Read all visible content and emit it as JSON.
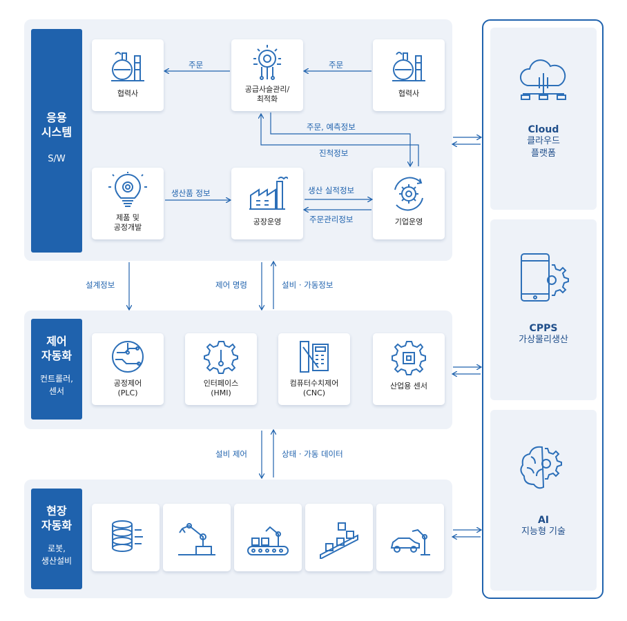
{
  "layers": {
    "app": {
      "title": "응용\n시스템",
      "sub": "S/W"
    },
    "control": {
      "title": "제어\n자동화",
      "sub": "컨트롤러,\n센서"
    },
    "field": {
      "title": "현장\n자동화",
      "sub": "로봇,\n생산설비"
    }
  },
  "app_cards": {
    "partner_left": "협력사",
    "scm": "공급사슬관리/\n최적화",
    "partner_right": "협력사",
    "product_dev": "제품 및\n공정개발",
    "factory": "공장운영",
    "enterprise": "기업운영"
  },
  "app_flows": {
    "order_left": "주문",
    "order_right": "주문",
    "order_forecast": "주문, 예측정보",
    "progress": "진척정보",
    "product_info": "생산품 정보",
    "production_result": "생산 실적정보",
    "order_mgmt": "주문관리정보"
  },
  "mid_flows": {
    "design": "설계정보",
    "control_cmd": "제어 명령",
    "equipment_status": "설비 · 가동정보",
    "equipment_control": "설비 제어",
    "status_data": "상태 · 가동 데이터"
  },
  "control_cards": {
    "plc": "공정제어\n(PLC)",
    "hmi": "인터페이스\n(HMI)",
    "cnc": "컴퓨터수치제어\n(CNC)",
    "sensor": "산업용 센서"
  },
  "field_icons": [
    "server-stack-icon",
    "robot-arm-icon",
    "conveyor-robot-icon",
    "package-conveyor-icon",
    "car-assembly-icon"
  ],
  "right": {
    "cloud": {
      "title": "Cloud",
      "sub": "클라우드\n플랫폼"
    },
    "cpps": {
      "title": "CPPS",
      "sub": "가상물리생산"
    },
    "ai": {
      "title": "AI",
      "sub": "지능형 기술"
    }
  },
  "colors": {
    "accent": "#1f62ad",
    "panel": "#eef2f8",
    "icon": "#2c6fb8"
  }
}
